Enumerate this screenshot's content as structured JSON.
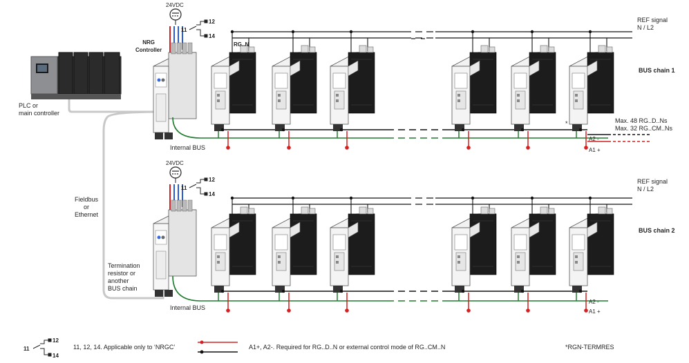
{
  "plc": {
    "label": "PLC or\nmain controller"
  },
  "fieldbus": {
    "label": "Fieldbus\nor\nEthernet"
  },
  "termination": {
    "label": "Termination\nresistor or\nanother\nBUS chain"
  },
  "supply": {
    "label": "24VDC"
  },
  "relay_terminals": {
    "t11": "11",
    "t12": "12",
    "t14": "14"
  },
  "nrg": {
    "label": "NRG\nController"
  },
  "rg_label": "RG..N",
  "chain1": {
    "title": "BUS chain 1",
    "ref_signal": "REF signal\nN / L2",
    "internal_bus": "Internal BUS",
    "max_text": "Max. 48 RG..D..Ns\nMax. 32 RG..CM..Ns",
    "a2": "A2 -",
    "a1": "A1 +",
    "star": "*"
  },
  "chain2": {
    "title": "BUS chain 2",
    "ref_signal": "REF signal\nN / L2",
    "internal_bus": "Internal BUS",
    "a2": "A2 -",
    "a1": "A1 +"
  },
  "legend": {
    "relay_text": "11, 12, 14. Applicable only to ‘NRGC’",
    "wire_text": "A1+, A2-. Required for RG..D..N or external control mode of RG..CM..N",
    "termres": "*RGN-TERMRES"
  },
  "colors": {
    "red": "#d42020",
    "green": "#1f7a2e",
    "black": "#111111",
    "grey_cable": "#c8c8c8",
    "blue": "#2a5bd7"
  }
}
